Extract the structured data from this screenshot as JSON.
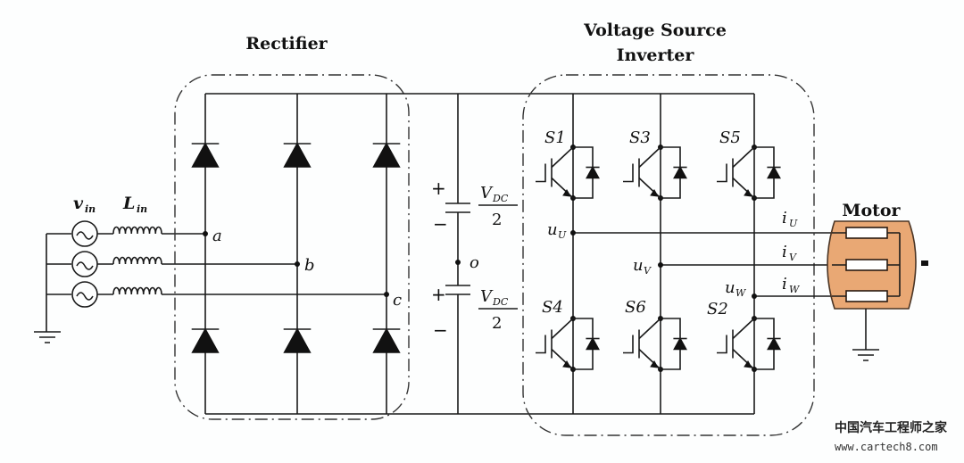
{
  "titles": {
    "rectifier": "Rectifier",
    "inverter_line1": "Voltage Source",
    "inverter_line2": "Inverter",
    "motor": "Motor"
  },
  "input": {
    "source_label": "v",
    "source_sub": "in",
    "inductor_label": "L",
    "inductor_sub": "in",
    "phases": 3
  },
  "nodes": {
    "a": "a",
    "b": "b",
    "c": "c",
    "o": "o"
  },
  "dc_link": {
    "plus": "+",
    "minus": "−",
    "vdc_label": "V",
    "vdc_sub": "DC",
    "denominator": "2"
  },
  "switches": {
    "upper": [
      "S1",
      "S3",
      "S5"
    ],
    "lower": [
      "S4",
      "S6",
      "S2"
    ]
  },
  "phase_outputs": {
    "voltages": [
      {
        "label": "u",
        "sub": "U"
      },
      {
        "label": "u",
        "sub": "V"
      },
      {
        "label": "u",
        "sub": "W"
      }
    ],
    "currents": [
      {
        "label": "i",
        "sub": "U"
      },
      {
        "label": "i",
        "sub": "V"
      },
      {
        "label": "i",
        "sub": "W"
      }
    ]
  },
  "colors": {
    "motor_fill": "#e9a874",
    "motor_stroke": "#4a3525",
    "wire": "#1a1a1a"
  },
  "watermark": {
    "cn": "中国汽车工程师之家",
    "url": "www.cartech8.com"
  }
}
